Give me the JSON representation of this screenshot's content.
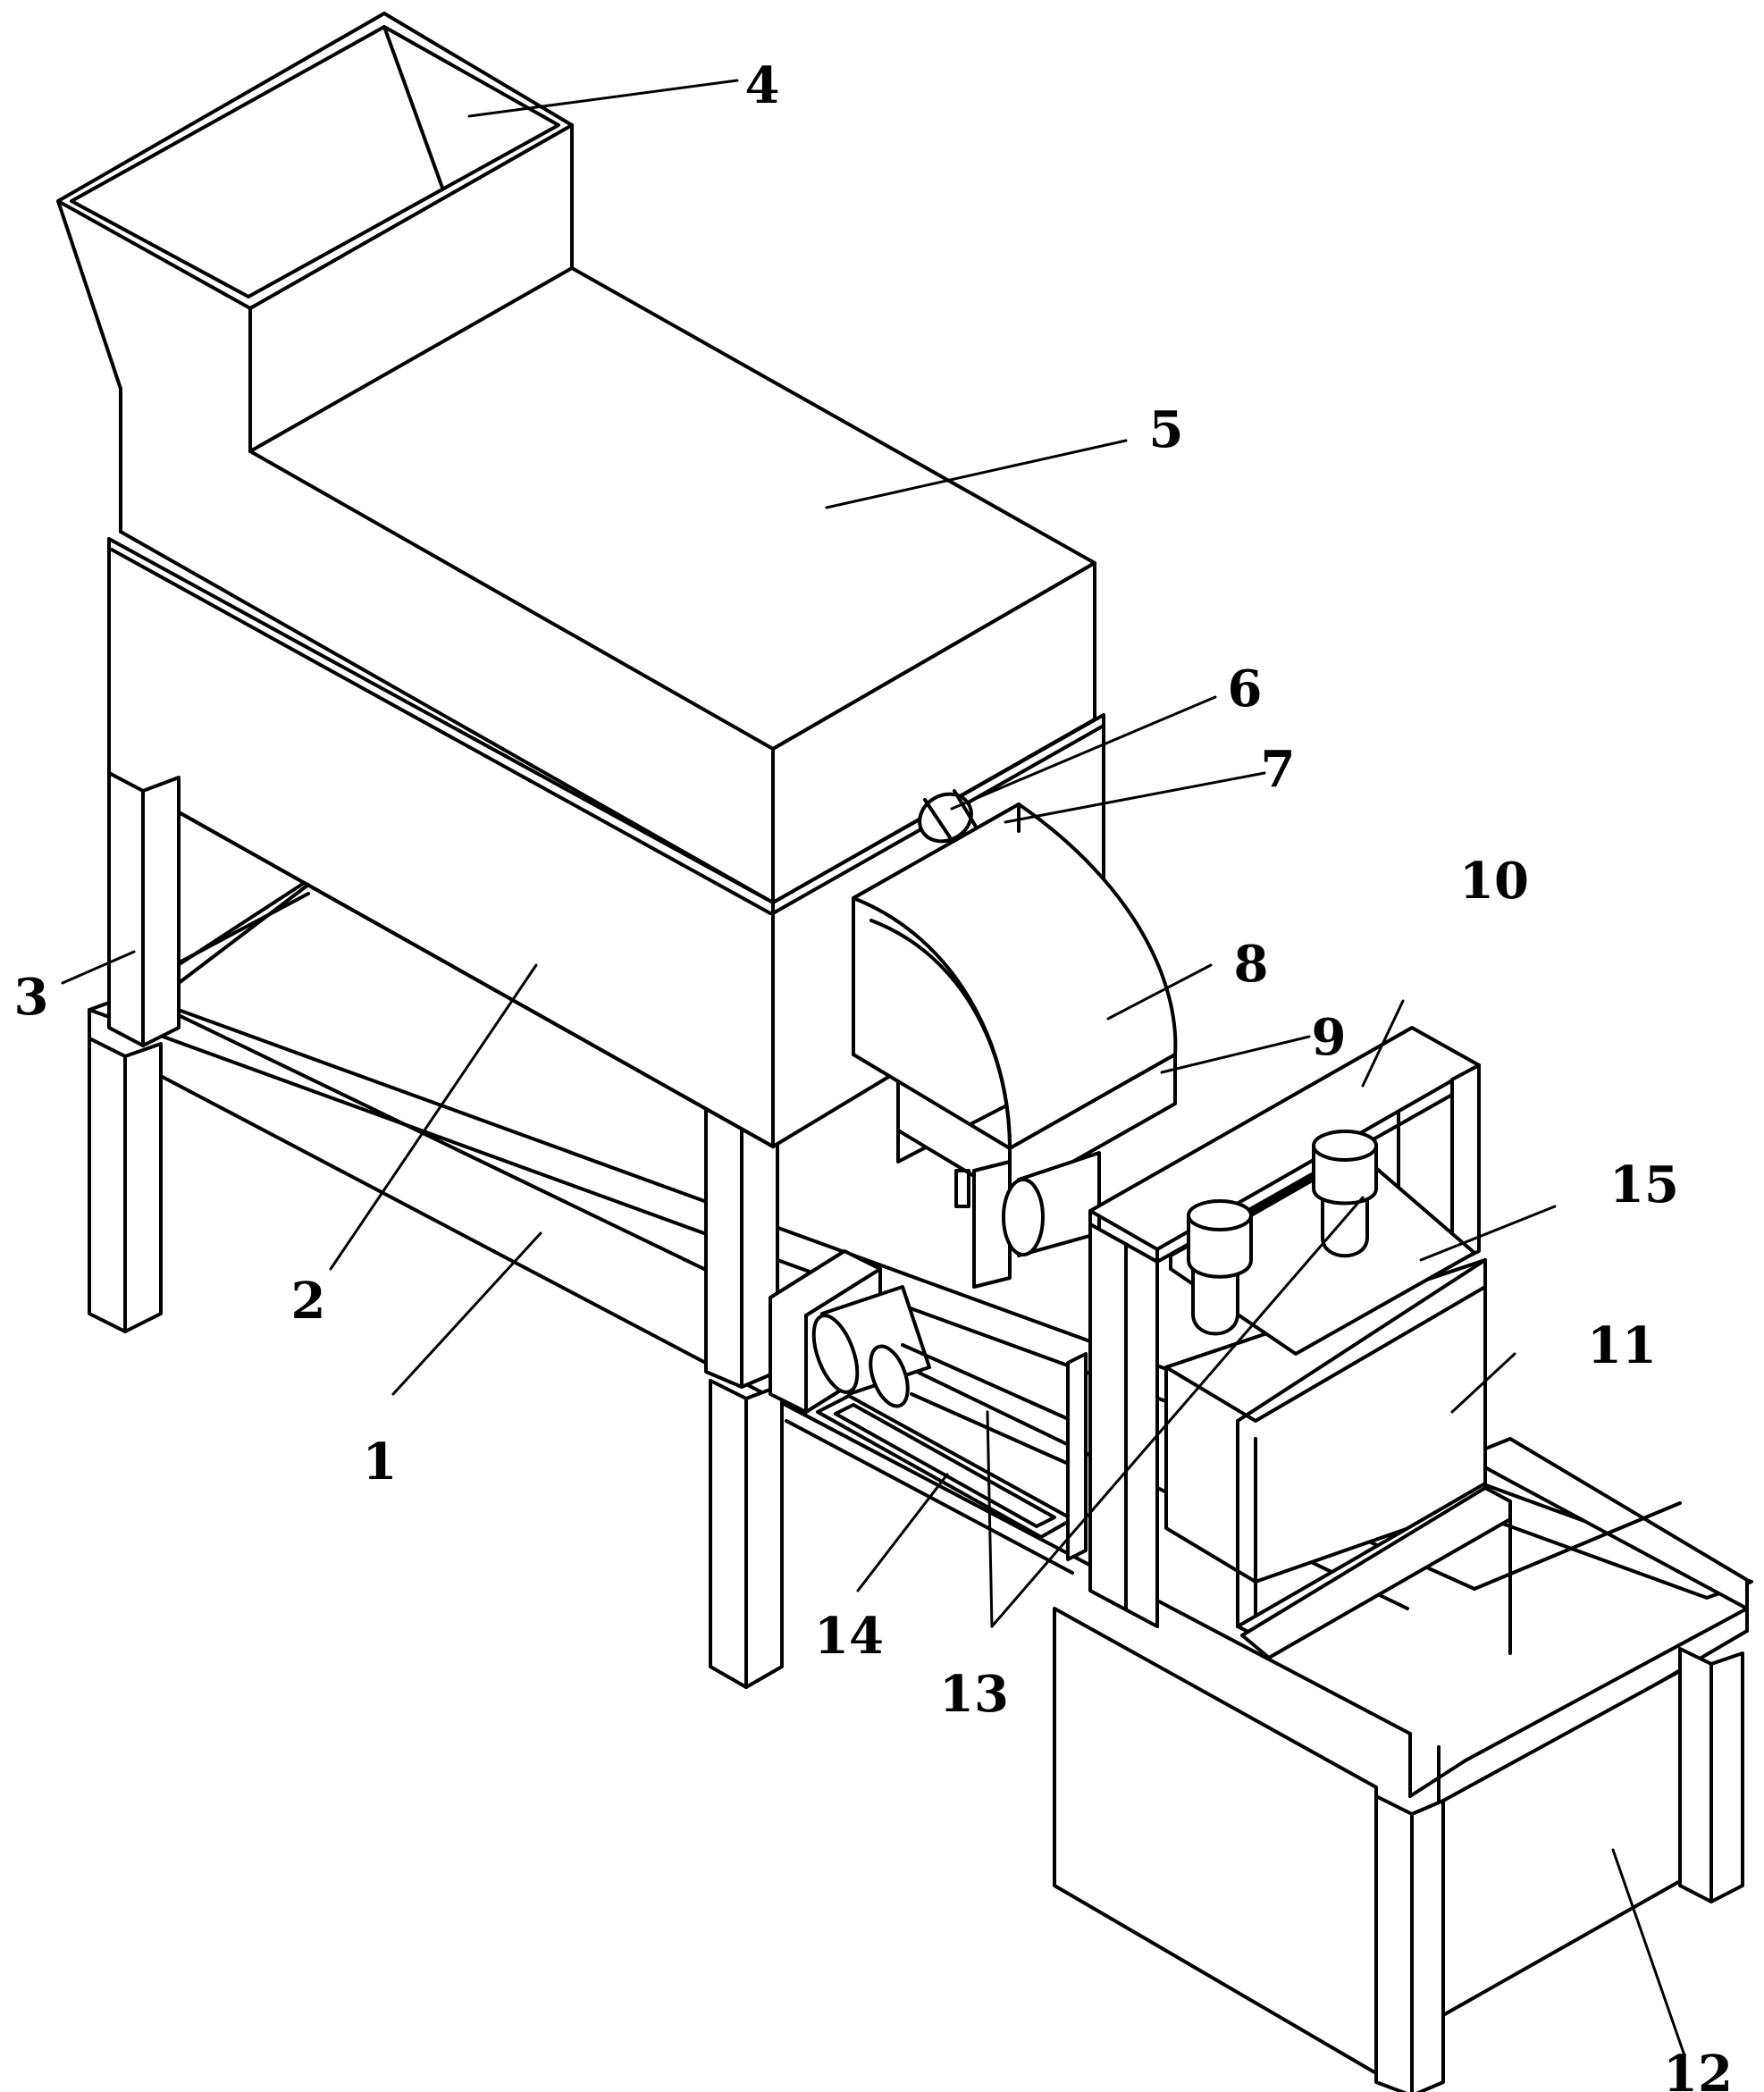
{
  "labels": [
    {
      "id": "1",
      "text": "1"
    },
    {
      "id": "2",
      "text": "2"
    },
    {
      "id": "3",
      "text": "3"
    },
    {
      "id": "4",
      "text": "4"
    },
    {
      "id": "5",
      "text": "5"
    },
    {
      "id": "6",
      "text": "6"
    },
    {
      "id": "7",
      "text": "7"
    },
    {
      "id": "8",
      "text": "8"
    },
    {
      "id": "9",
      "text": "9"
    },
    {
      "id": "10",
      "text": "10"
    },
    {
      "id": "11",
      "text": "11"
    },
    {
      "id": "12",
      "text": "12"
    },
    {
      "id": "13",
      "text": "13"
    },
    {
      "id": "14",
      "text": "14"
    },
    {
      "id": "15",
      "text": "15"
    }
  ],
  "colors": {
    "line": "#000000",
    "background": "#ffffff"
  }
}
